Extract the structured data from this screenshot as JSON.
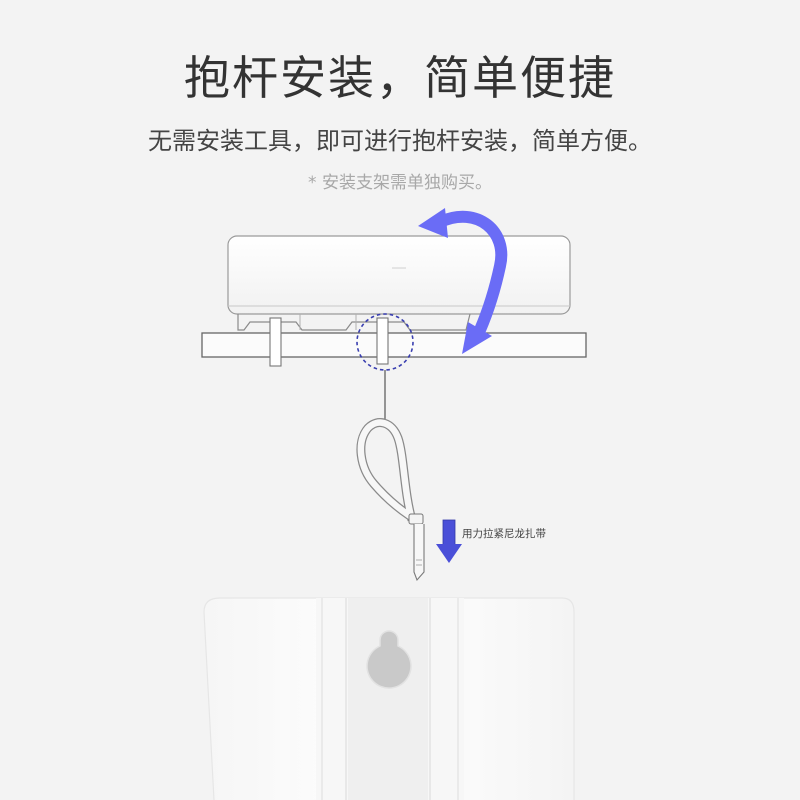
{
  "heading": {
    "title": "抱杆安装，简单便捷",
    "subtitle": "无需安装工具，即可进行抱杆安装，简单方便。",
    "note": "* 安装支架需单独购买。"
  },
  "callout": {
    "pull_label": "用力拉紧尼龙扎带"
  },
  "colors": {
    "background": "#f3f3f3",
    "arrow_accent": "#6a6cf6",
    "text_dark": "#333333",
    "text_light": "#a8a8a8"
  },
  "icons": {
    "rotation": "rotate-arrow-icon",
    "pull": "down-arrow-icon"
  }
}
